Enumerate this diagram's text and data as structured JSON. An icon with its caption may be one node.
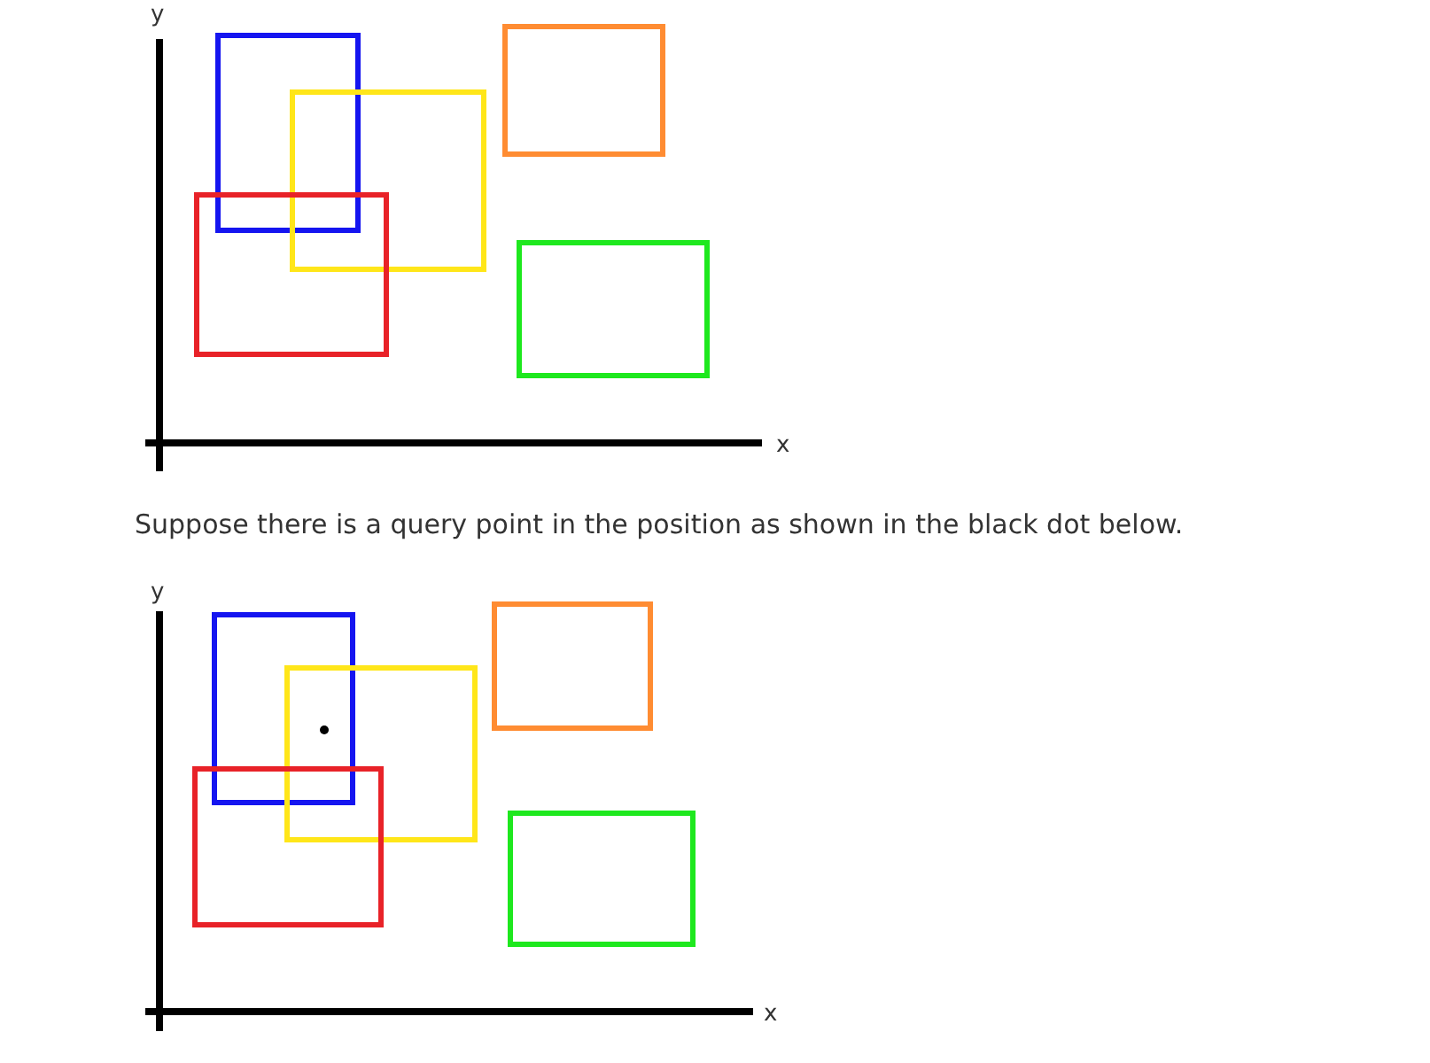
{
  "diagram": {
    "labels": [
      "y",
      "x",
      "Suppose there is a query point in the position as shown in the black dot below.",
      "y",
      "x"
    ]
  }
}
